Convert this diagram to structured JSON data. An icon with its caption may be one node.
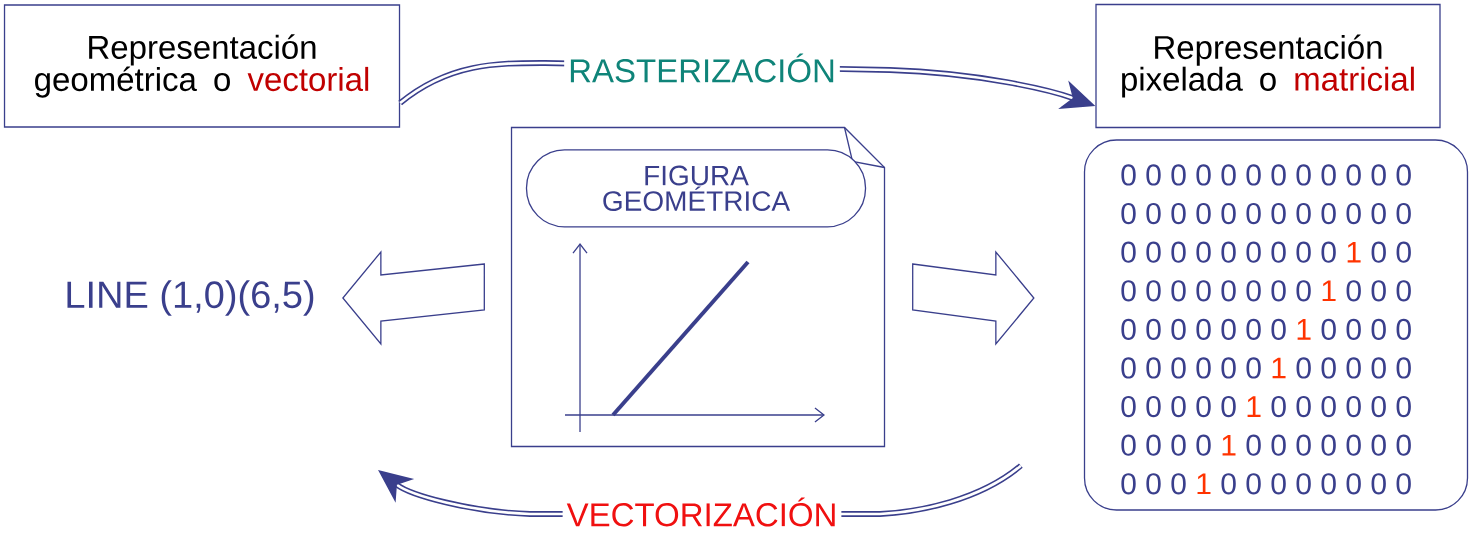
{
  "diagram": {
    "nodes": [
      {
        "text": [
          "Representación geométrica o",
          "vectorial"
        ]
      },
      {
        "text": [
          "Representación pixelada o",
          "matricial"
        ]
      },
      {
        "text": [],
        "shape": "document"
      },
      {
        "text": [
          "FIGURA GEOMÉTRICA"
        ],
        "in": 2
      },
      {
        "text": [
          "LINE (1,0)(6,5)"
        ]
      },
      {
        "text": [
          "0 0 0 0 0 0 0 0 0 0 0 0",
          "0 0 0 0 0 0 0 0 0 0 0 0",
          "0 0 0 0 0 0 0 0 0",
          "1",
          "0 0",
          "0 0 0 0 0 0 0 0",
          "1",
          "0 0 0",
          "0 0 0 0 0 0 0",
          "1",
          "0 0 0 0",
          "0 0 0 0 0 0",
          "1",
          "0 0 0 0 0",
          "0 0 0 0 0",
          "1",
          "0 0 0 0 0 0",
          "0 0 0 0",
          "1",
          "0 0 0 0 0 0 0",
          "0 0 0",
          "1",
          "0 0 0 0 0 0 0 0"
        ]
      }
    ],
    "edges": [
      {
        "from": 0,
        "to": 1,
        "arrow": "to",
        "label": "RASTERIZACIÓN"
      },
      {
        "from": 5,
        "to": null,
        "arrow": "to",
        "label": "VECTORIZACIÓN"
      },
      {
        "from": 2,
        "to": 4,
        "arrow": "to"
      },
      {
        "from": 2,
        "to": 5,
        "arrow": "to"
      }
    ]
  }
}
